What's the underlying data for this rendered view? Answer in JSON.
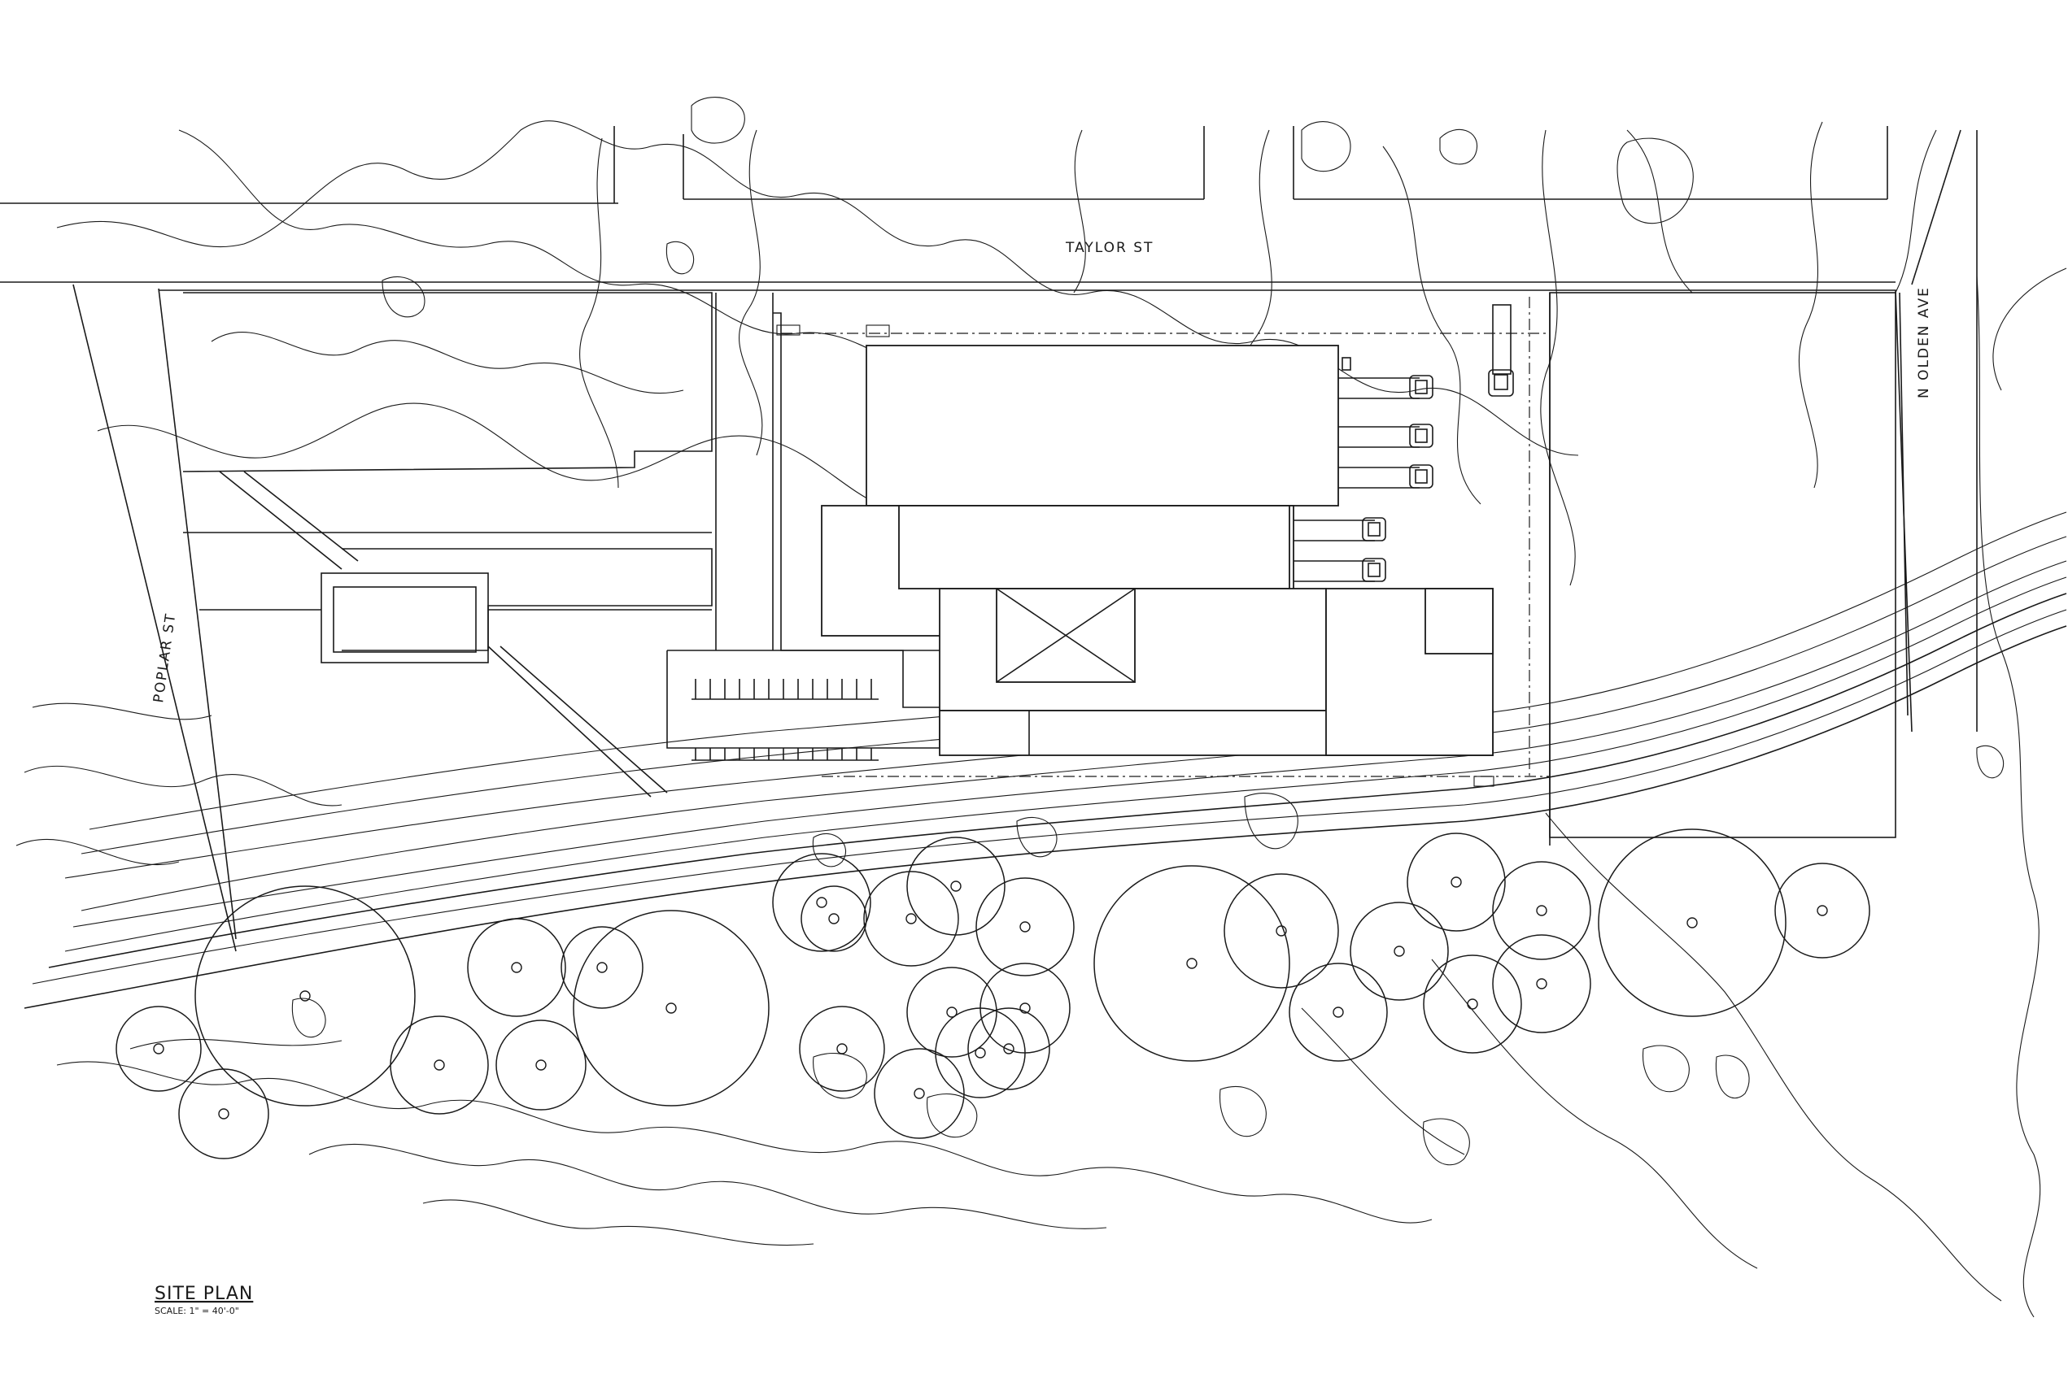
{
  "drawing": {
    "title": "SITE PLAN",
    "scale": "SCALE: 1\" = 40'-0\""
  },
  "streets": {
    "taylor": "TAYLOR ST",
    "olden": "N OLDEN AVE",
    "poplar": "POPLAR ST"
  },
  "colors": {
    "ink": "#1a1a1a",
    "paper": "#ffffff"
  }
}
